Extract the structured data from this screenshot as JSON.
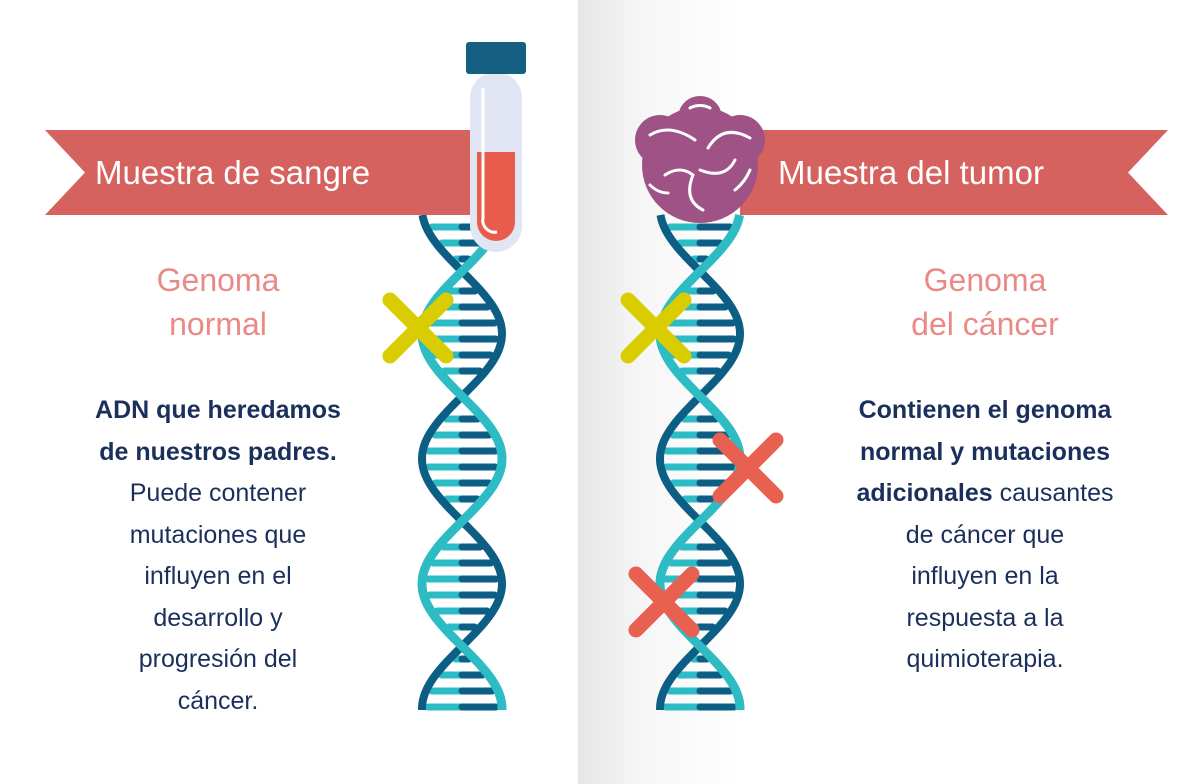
{
  "left": {
    "banner": "Muestra de sangre",
    "title": [
      "Genoma",
      "normal"
    ],
    "bold": [
      "ADN que heredamos",
      "de nuestros padres."
    ],
    "text": [
      "Puede contener",
      "mutaciones que",
      "influyen en el",
      "desarrollo y",
      "progresión del",
      "cáncer."
    ]
  },
  "right": {
    "banner": "Muestra del tumor",
    "title": [
      "Genoma",
      "del cáncer"
    ],
    "bold": [
      "Contienen el genoma",
      "normal y mutaciones",
      "adicionales"
    ],
    "text": [
      " causantes",
      "de cáncer que",
      "influyen en la",
      "respuesta a la",
      "quimioterapia."
    ]
  },
  "colors": {
    "banner": "#d6625f",
    "teal": "#2dbcc4",
    "navy": "#0d5e84",
    "yellow": "#d9cc00",
    "red": "#e8604f",
    "purple": "#9e5286",
    "title": "#e88a86",
    "text": "#1b2f5c"
  }
}
